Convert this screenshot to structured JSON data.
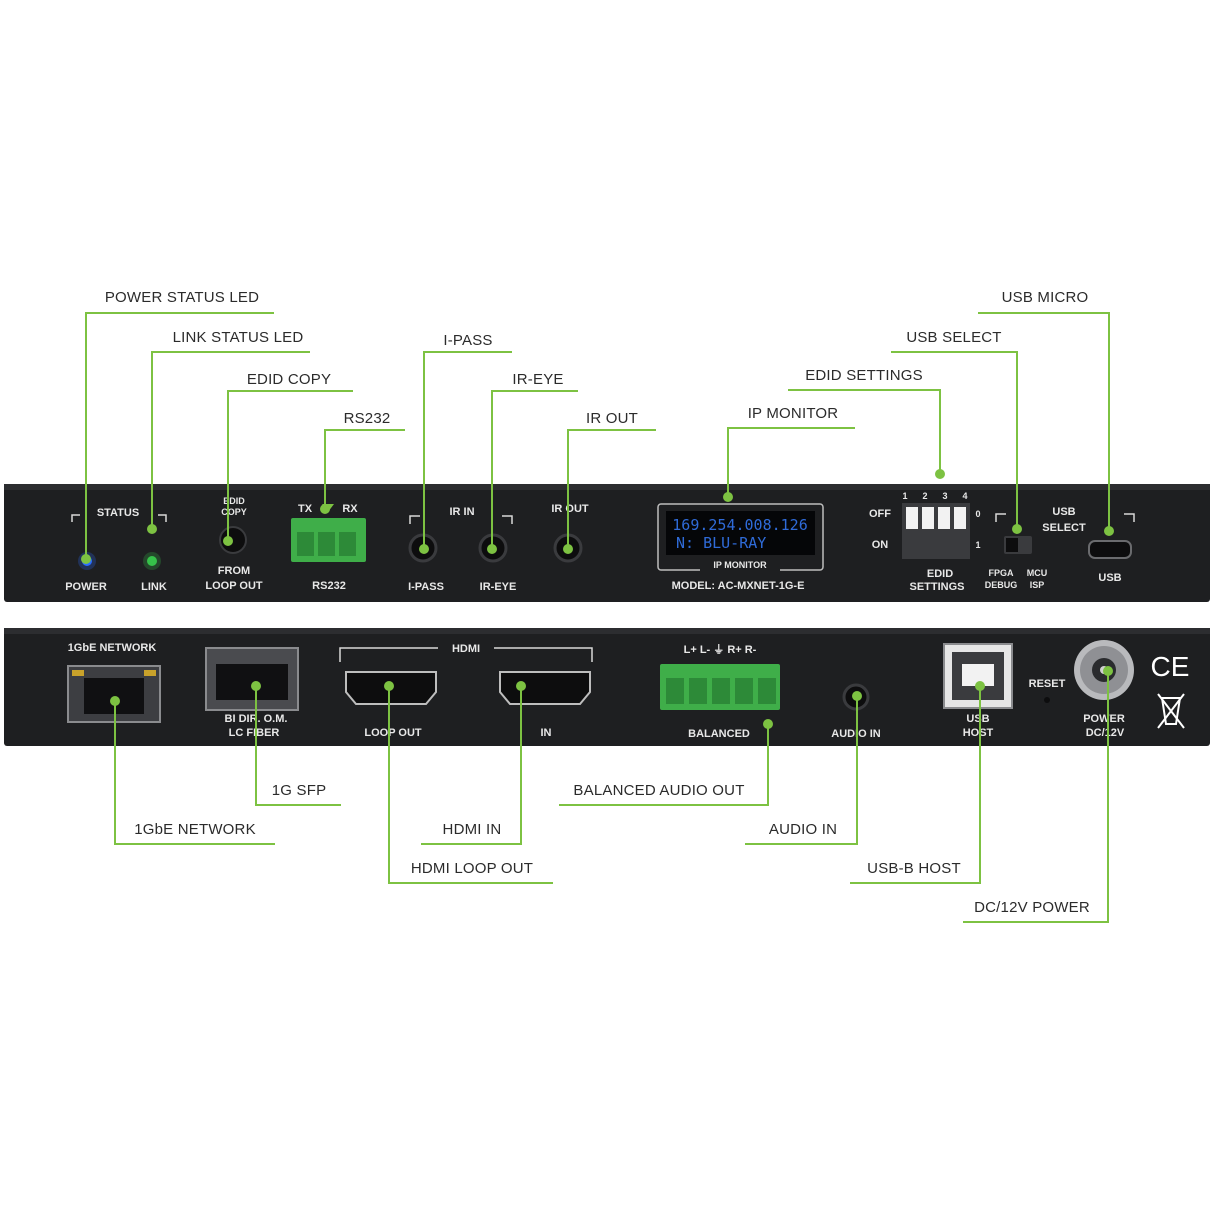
{
  "callouts": {
    "power_status_led": "POWER STATUS LED",
    "link_status_led": "LINK STATUS LED",
    "edid_copy": "EDID COPY",
    "rs232": "RS232",
    "i_pass": "I-PASS",
    "ir_eye": "IR-EYE",
    "ir_out": "IR OUT",
    "ip_monitor": "IP MONITOR",
    "edid_settings": "EDID SETTINGS",
    "usb_select": "USB SELECT",
    "usb_micro": "USB MICRO",
    "one_gbe_network": "1GbE NETWORK",
    "one_g_sfp": "1G SFP",
    "hdmi_in": "HDMI IN",
    "hdmi_loop_out": "HDMI LOOP OUT",
    "balanced_audio_out": "BALANCED AUDIO OUT",
    "audio_in": "AUDIO IN",
    "usb_b_host": "USB-B HOST",
    "dc_12v_power": "DC/12V POWER"
  },
  "front_panel": {
    "status": "STATUS",
    "power": "POWER",
    "link": "LINK",
    "edid_copy_top": "EDID",
    "edid_copy_mid": "COPY",
    "from": "FROM",
    "loop_out": "LOOP OUT",
    "tx": "TX",
    "rx": "RX",
    "rs232": "RS232",
    "ir_in": "IR IN",
    "i_pass": "I-PASS",
    "ir_eye": "IR-EYE",
    "ir_out": "IR OUT",
    "oled_line1": "169.254.008.126",
    "oled_line2": "N: BLU-RAY",
    "ip_monitor": "IP MONITOR",
    "model": "MODEL:  AC-MXNET-1G-E",
    "off": "OFF",
    "on": "ON",
    "dip_numbers": [
      "1",
      "2",
      "3",
      "4"
    ],
    "dip_zero": "0",
    "dip_one": "1",
    "edid": "EDID",
    "settings": "SETTINGS",
    "usb": "USB",
    "select": "SELECT",
    "fpga": "FPGA",
    "debug": "DEBUG",
    "mcu": "MCU",
    "isp": "ISP",
    "usb_port": "USB"
  },
  "rear_panel": {
    "network": "1GbE NETWORK",
    "bi_dir": "BI DIR. O.M.",
    "lc_fiber": "LC FIBER",
    "hdmi": "HDMI",
    "loop_out": "LOOP OUT",
    "in": "IN",
    "audio_pins": "L+  L-  ⏚  R+  R-",
    "balanced": "BALANCED",
    "audio_in": "AUDIO IN",
    "usb": "USB",
    "host": "HOST",
    "reset": "RESET",
    "power": "POWER",
    "dc12v": "DC/12V",
    "ce_mark": "CE"
  },
  "colors": {
    "accent": "#7dc242",
    "chassis": "#1e1f21",
    "terminal": "#3fae49",
    "power_led": "#2b6cff",
    "link_led": "#36c24a",
    "oled_text": "#2f6bd8"
  }
}
